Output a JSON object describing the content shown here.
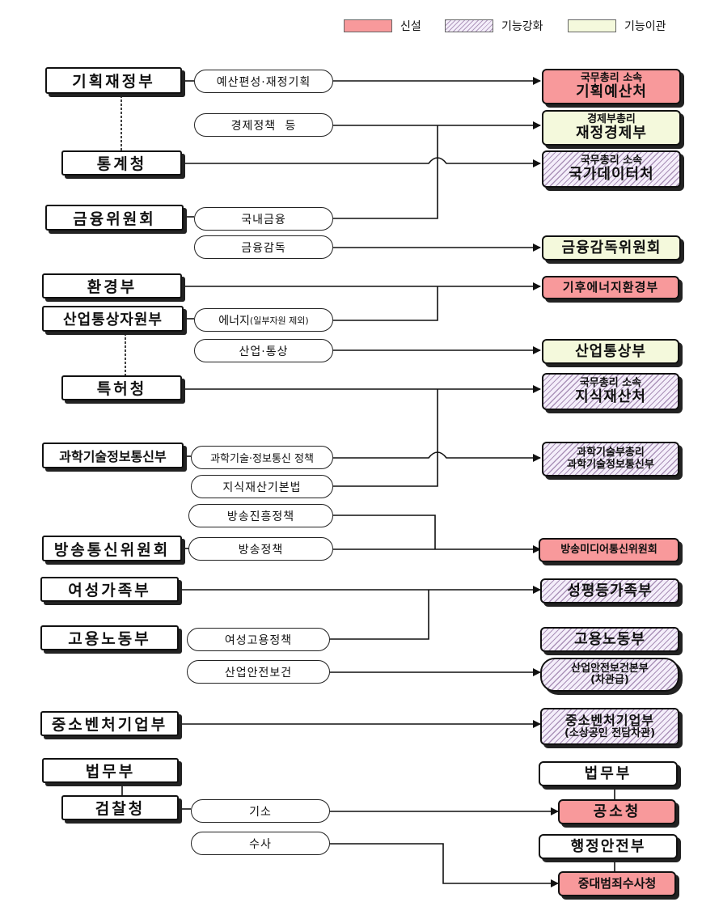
{
  "legend": {
    "new": "신설",
    "strengthened": "기능강화",
    "transferred": "기능이관"
  },
  "sources": {
    "moef": "기획재정부",
    "statistics": "통계청",
    "fsc": "금융위원회",
    "environment": "환경부",
    "motie": "산업통상자원부",
    "patent": "특허청",
    "msit": "과학기술정보통신부",
    "kcc": "방송통신위원회",
    "mogef": "여성가족부",
    "moel": "고용노동부",
    "mss": "중소벤처기업부",
    "moj": "법무부",
    "prosecution": "검찰청"
  },
  "functions": {
    "budget": "예산편성·재정기획",
    "economic_policy": "경제정책 등",
    "domestic_finance": "국내금융",
    "financial_supervision": "금융감독",
    "energy": "에너지",
    "energy_note": "(일부자원 제외)",
    "industry_trade": "산업·통상",
    "sci_ict_policy": "과학기술·정보통신 정책",
    "ip_basic_law": "지식재산기본법",
    "broadcast_promotion": "방송진흥정책",
    "broadcast_policy": "방송정책",
    "women_employment": "여성고용정책",
    "industrial_safety": "산업안전보건",
    "indictment": "기소",
    "investigation": "수사"
  },
  "targets": {
    "budget_office": {
      "line1": "국무총리 소속",
      "line2": "기획예산처"
    },
    "finance_economy": {
      "line1": "경제부총리",
      "line2": "재정경제부"
    },
    "data_office": {
      "line1": "국무총리 소속",
      "line2": "국가데이터처"
    },
    "fss_commission": "금융감독위원회",
    "climate_energy": "기후에너지환경부",
    "industry_trade_ministry": "산업통상부",
    "ip_office": {
      "line1": "국무총리 소속",
      "line2": "지식재산처"
    },
    "msit_new": {
      "line1": "과학기술부총리",
      "line2": "과학기술정보통신부"
    },
    "media_comm": "방송미디어통신위원회",
    "gender_equality": "성평등가족부",
    "moel_new": "고용노동부",
    "safety_health": {
      "line1": "산업안전보건본부",
      "line2": "(차관급)"
    },
    "mss_new": {
      "line1": "중소벤처기업부",
      "line2": "(소상공인 전담차관)"
    },
    "moj_new": "법무부",
    "indictment_office": "공소청",
    "mois": "행정안전부",
    "serious_crime_agency": "중대범죄수사청"
  }
}
